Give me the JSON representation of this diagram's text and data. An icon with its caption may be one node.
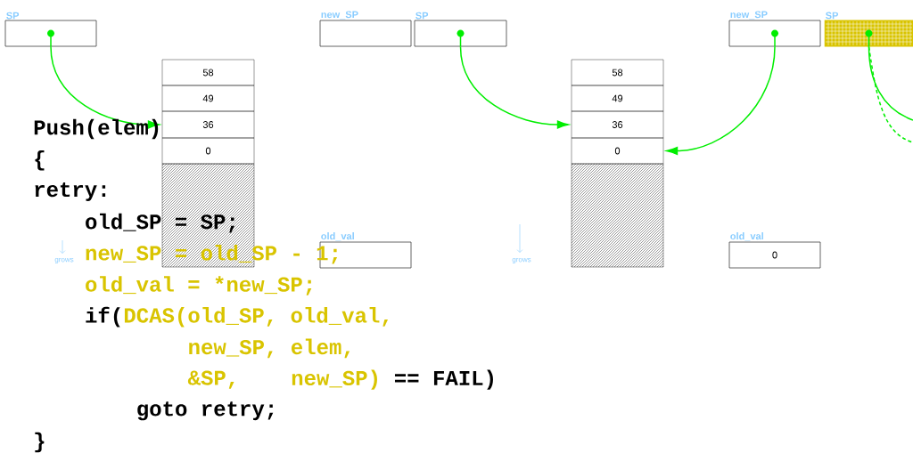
{
  "diagram": {
    "nodes": [
      {
        "text": [
          "SP"
        ]
      },
      {
        "text": [
          "58"
        ]
      },
      {
        "text": [
          "49"
        ]
      },
      {
        "text": [
          "36"
        ]
      },
      {
        "text": [
          "0"
        ]
      },
      {
        "text": [],
        "shape": "box"
      },
      {
        "text": [
          "new_SP"
        ]
      },
      {
        "text": [
          "SP"
        ]
      },
      {
        "text": [
          "old_val"
        ]
      },
      {
        "text": [
          "58"
        ]
      },
      {
        "text": [
          "49"
        ]
      },
      {
        "text": [
          "36"
        ]
      },
      {
        "text": [
          "0"
        ]
      },
      {
        "text": [],
        "shape": "box"
      },
      {
        "text": [
          "new_SP"
        ]
      },
      {
        "text": [
          "SP"
        ]
      },
      {
        "text": [
          "old_val",
          "0"
        ]
      }
    ],
    "edges": [
      {
        "from": 0,
        "to": 3,
        "arrow": "to"
      },
      {
        "from": 7,
        "to": 11,
        "arrow": "to"
      },
      {
        "from": 14,
        "to": 12,
        "arrow": "to"
      },
      {
        "from": 15,
        "to": null,
        "arrow": "none"
      },
      {
        "from": 15,
        "to": null,
        "arrow": "none",
        "style": "dashed"
      }
    ],
    "labels": [
      "Push(elem)",
      "{",
      "retry:",
      "old_SP = SP;",
      "new_SP = old_SP - 1;",
      "old_val = *new_SP;",
      "if(",
      "DCAS(old_SP, old_val,",
      "new_SP, elem,",
      "&SP,",
      "new_SP)",
      "== FAIL)",
      "goto retry;",
      "}",
      "grows",
      "grows"
    ]
  }
}
